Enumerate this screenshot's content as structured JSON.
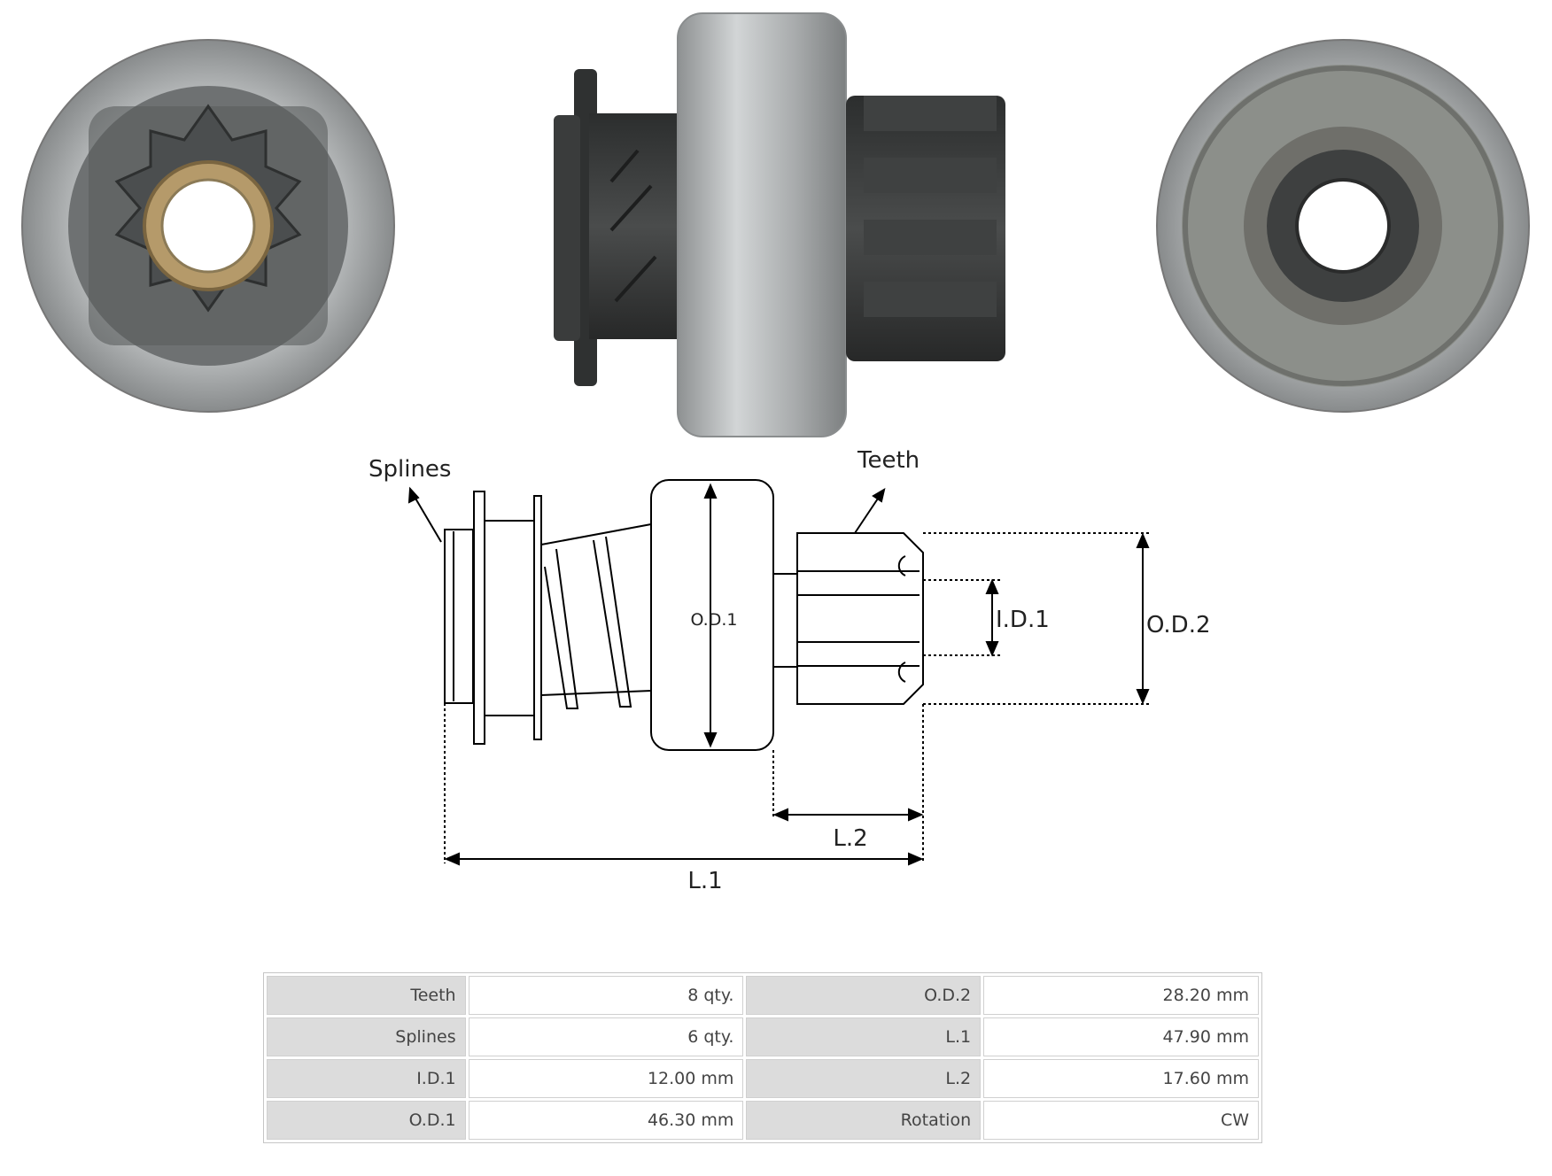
{
  "diagram": {
    "labels": {
      "splines": "Splines",
      "teeth": "Teeth",
      "od1": "O.D.1",
      "id1": "I.D.1",
      "od2": "O.D.2",
      "l1": "L.1",
      "l2": "L.2"
    }
  },
  "specs": {
    "rows": [
      {
        "k1": "Teeth",
        "v1": "8 qty.",
        "k2": "O.D.2",
        "v2": "28.20 mm"
      },
      {
        "k1": "Splines",
        "v1": "6 qty.",
        "k2": "L.1",
        "v2": "47.90 mm"
      },
      {
        "k1": "I.D.1",
        "v1": "12.00 mm",
        "k2": "L.2",
        "v2": "17.60 mm"
      },
      {
        "k1": "O.D.1",
        "v1": "46.30 mm",
        "k2": "Rotation",
        "v2": "CW"
      }
    ]
  },
  "colors": {
    "housing": "#a9acad",
    "gear": "#3a3c3c",
    "bushing": "#b59a6a"
  }
}
